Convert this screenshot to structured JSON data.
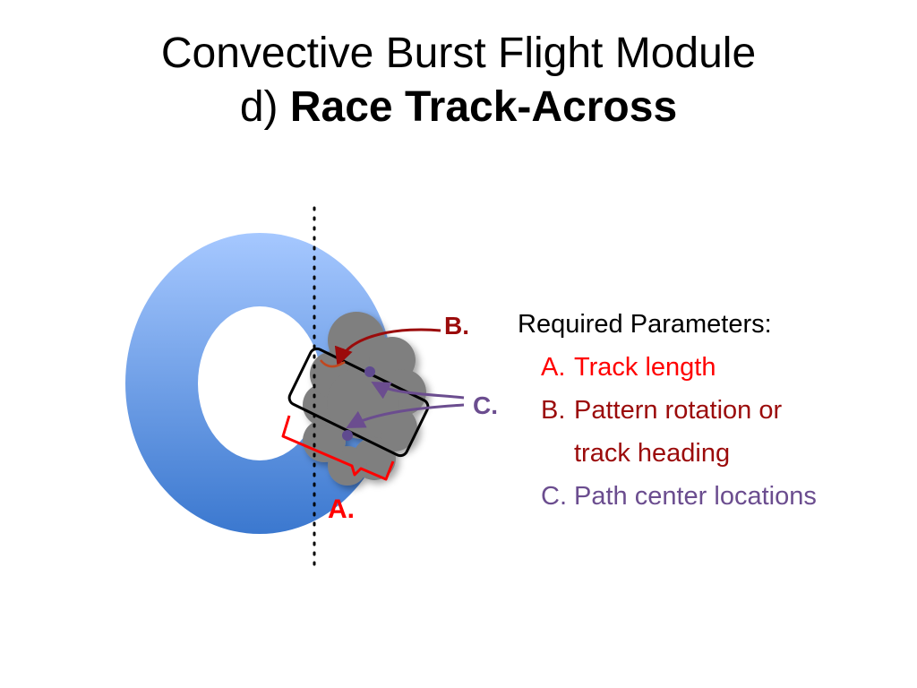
{
  "title": {
    "line1": "Convective Burst Flight Module",
    "prefix": "d)",
    "bold": "Race Track-Across"
  },
  "diagram": {
    "labels": {
      "a": "A.",
      "b": "B.",
      "c": "C."
    },
    "colors": {
      "ring_light": "#a6c8ff",
      "ring_dark": "#3b78cf",
      "cloud": "#7f7f7f",
      "label_a": "#ff0000",
      "label_b": "#9b0b0b",
      "label_c": "#6b4d8f"
    }
  },
  "parameters": {
    "heading": "Required Parameters:",
    "items": [
      {
        "letter": "A.",
        "text": "Track length"
      },
      {
        "letter": "B.",
        "text": "Pattern rotation or track heading"
      },
      {
        "letter": "C.",
        "text": "Path center locations"
      }
    ]
  }
}
